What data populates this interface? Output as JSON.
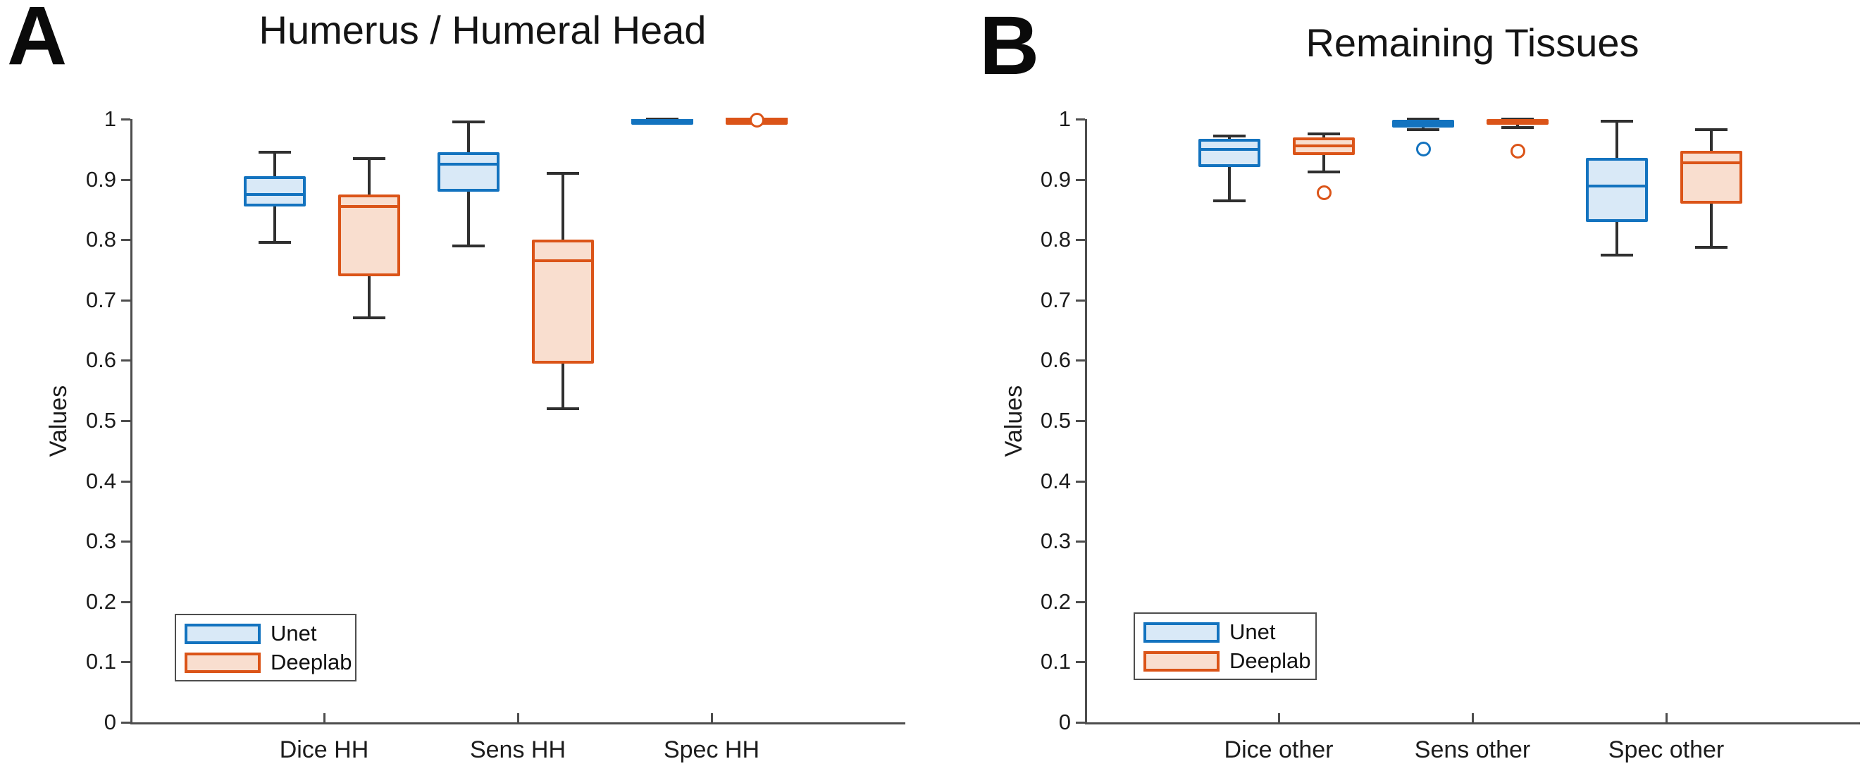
{
  "figure": {
    "background": "#ffffff"
  },
  "style": {
    "unet_stroke": "#1373BF",
    "unet_fill": "#D9E9F7",
    "deeplab_stroke": "#DB5418",
    "deeplab_fill": "#F9DECF",
    "whisker_color": "#2F2F2F",
    "axis_color": "#4D4D4D"
  },
  "chart_data": [
    {
      "panel_label": "A",
      "title": "Humerus / Humeral Head",
      "type": "box",
      "ylabel": "Values",
      "ylim": [
        0,
        1
      ],
      "grid": false,
      "ytick_values": [
        0,
        0.1,
        0.2,
        0.3,
        0.4,
        0.5,
        0.6,
        0.7,
        0.8,
        0.9,
        1
      ],
      "ytick_labels": [
        "0",
        "0.1",
        "0.2",
        "0.3",
        "0.4",
        "0.5",
        "0.6",
        "0.7",
        "0.8",
        "0.9",
        "1"
      ],
      "categories": [
        "Dice HH",
        "Sens HH",
        "Spec HH"
      ],
      "legend": {
        "position": "bottom-left",
        "entries": [
          "Unet",
          "Deeplab"
        ]
      },
      "series": [
        {
          "name": "Unet",
          "boxes": [
            {
              "category": "Dice HH",
              "whislo": 0.795,
              "q1": 0.855,
              "med": 0.875,
              "q3": 0.905,
              "whishi": 0.945,
              "fliers": []
            },
            {
              "category": "Sens HH",
              "whislo": 0.79,
              "q1": 0.88,
              "med": 0.925,
              "q3": 0.945,
              "whishi": 0.995,
              "fliers": []
            },
            {
              "category": "Spec HH",
              "whislo": 0.993,
              "q1": 0.996,
              "med": 0.998,
              "q3": 1.0,
              "whishi": 1.0,
              "fliers": []
            }
          ]
        },
        {
          "name": "Deeplab",
          "boxes": [
            {
              "category": "Dice HH",
              "whislo": 0.67,
              "q1": 0.74,
              "med": 0.855,
              "q3": 0.875,
              "whishi": 0.935,
              "fliers": []
            },
            {
              "category": "Sens HH",
              "whislo": 0.52,
              "q1": 0.595,
              "med": 0.765,
              "q3": 0.8,
              "whishi": 0.91,
              "fliers": []
            },
            {
              "category": "Spec HH",
              "whislo": 0.998,
              "q1": 0.999,
              "med": 0.9995,
              "q3": 1.0,
              "whishi": 1.0,
              "fliers": [
                0.998
              ]
            }
          ]
        }
      ]
    },
    {
      "panel_label": "B",
      "title": "Remaining Tissues",
      "type": "box",
      "ylabel": "Values",
      "ylim": [
        0,
        1
      ],
      "grid": false,
      "ytick_values": [
        0,
        0.1,
        0.2,
        0.3,
        0.4,
        0.5,
        0.6,
        0.7,
        0.8,
        0.9,
        1
      ],
      "ytick_labels": [
        "0",
        "0.1",
        "0.2",
        "0.3",
        "0.4",
        "0.5",
        "0.6",
        "0.7",
        "0.8",
        "0.9",
        "1"
      ],
      "categories": [
        "Dice other",
        "Sens other",
        "Spec other"
      ],
      "legend": {
        "position": "bottom-left",
        "entries": [
          "Unet",
          "Deeplab"
        ]
      },
      "series": [
        {
          "name": "Unet",
          "boxes": [
            {
              "category": "Dice other",
              "whislo": 0.865,
              "q1": 0.92,
              "med": 0.95,
              "q3": 0.967,
              "whishi": 0.972,
              "fliers": []
            },
            {
              "category": "Sens other",
              "whislo": 0.982,
              "q1": 0.986,
              "med": 0.992,
              "q3": 0.999,
              "whishi": 1.0,
              "fliers": [
                0.95
              ]
            },
            {
              "category": "Spec other",
              "whislo": 0.775,
              "q1": 0.83,
              "med": 0.889,
              "q3": 0.936,
              "whishi": 0.997,
              "fliers": []
            }
          ]
        },
        {
          "name": "Deeplab",
          "boxes": [
            {
              "category": "Dice other",
              "whislo": 0.912,
              "q1": 0.94,
              "med": 0.956,
              "q3": 0.97,
              "whishi": 0.975,
              "fliers": [
                0.878
              ]
            },
            {
              "category": "Sens other",
              "whislo": 0.986,
              "q1": 0.992,
              "med": 0.997,
              "q3": 1.0,
              "whishi": 1.0,
              "fliers": [
                0.947
              ]
            },
            {
              "category": "Spec other",
              "whislo": 0.787,
              "q1": 0.86,
              "med": 0.927,
              "q3": 0.947,
              "whishi": 0.983,
              "fliers": []
            }
          ]
        }
      ]
    }
  ]
}
